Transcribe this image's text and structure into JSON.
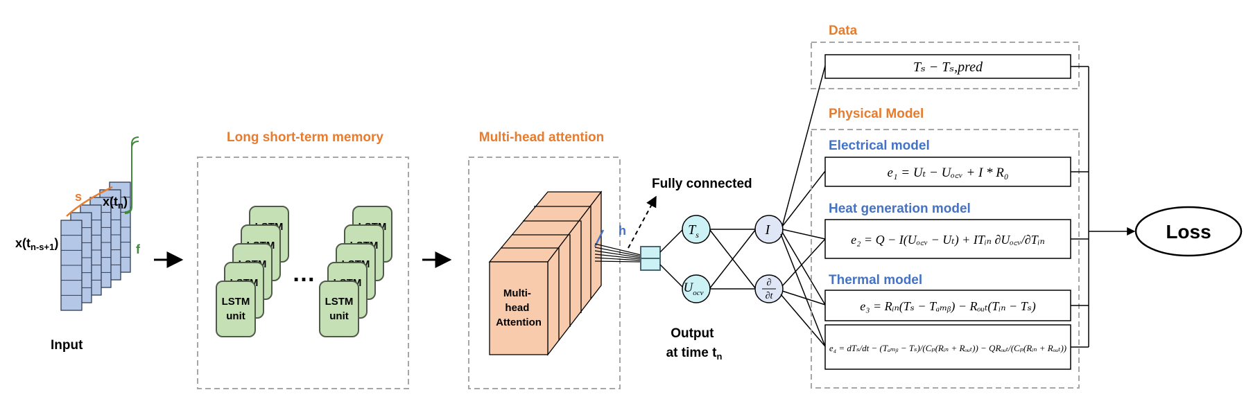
{
  "input": {
    "x_start": "x(t",
    "x_start_sub": "n-s+1",
    "x_end": "x(t",
    "x_end_sub": "n",
    "s_label": "s",
    "f_label": "f",
    "label": "Input"
  },
  "lstm": {
    "title": "Long short-term memory",
    "unit_line1": "LSTM",
    "unit_line2": "unit",
    "ellipsis": "…"
  },
  "attention": {
    "title": "Multi-head attention",
    "line1": "Multi-",
    "line2": "head",
    "line3": "Attention",
    "h_label": "h"
  },
  "fc": {
    "label": "Fully connected"
  },
  "output": {
    "ts_var": "T",
    "ts_sub": "s",
    "uocv_var": "U",
    "uocv_sub": "ocv",
    "i_var": "I",
    "dt_num": "∂",
    "dt_den": "∂t",
    "line1": "Output",
    "line2": "at time t",
    "line2_sub": "n"
  },
  "data_section": {
    "title": "Data",
    "eq": "Tₛ − Tₛ,pred"
  },
  "physical": {
    "title": "Physical Model",
    "electrical_title": "Electrical model",
    "electrical_eq": "e₁ = Uₜ − Uₒ꜀ᵥ + I * R₀",
    "heat_title": "Heat generation model",
    "heat_eq": "e₂ = Q − I(Uₒ꜀ᵥ − Uₜ) + ITᵢₙ ∂Uₒ꜀ᵥ/∂Tᵢₙ",
    "thermal_title": "Thermal model",
    "thermal_eq1": "e₃ = Rᵢₙ(Tₛ − Tₐₘᵦ) − Rₒᵤₜ(Tᵢₙ − Tₛ)",
    "thermal_eq2": "e₄ = dTₛ/dt − (Tₐₘᵦ − Tₛ)/(Cₚ(Rᵢₙ + Rₒᵤₜ)) − QRₒᵤₜ/(Cₚ(Rᵢₙ + Rₒᵤₜ))"
  },
  "loss": {
    "label": "Loss"
  },
  "colors": {
    "orange": "#e57c2f",
    "blue": "#4472c4",
    "green_label": "#3f8a3a",
    "input_fill": "#b4c7e7",
    "lstm_fill": "#c5e0b4",
    "attn_fill": "#f8cbad",
    "node_fill": "#ccf2f6",
    "node_i_fill": "#dfe6f6",
    "dashed": "#a6a6a6"
  }
}
